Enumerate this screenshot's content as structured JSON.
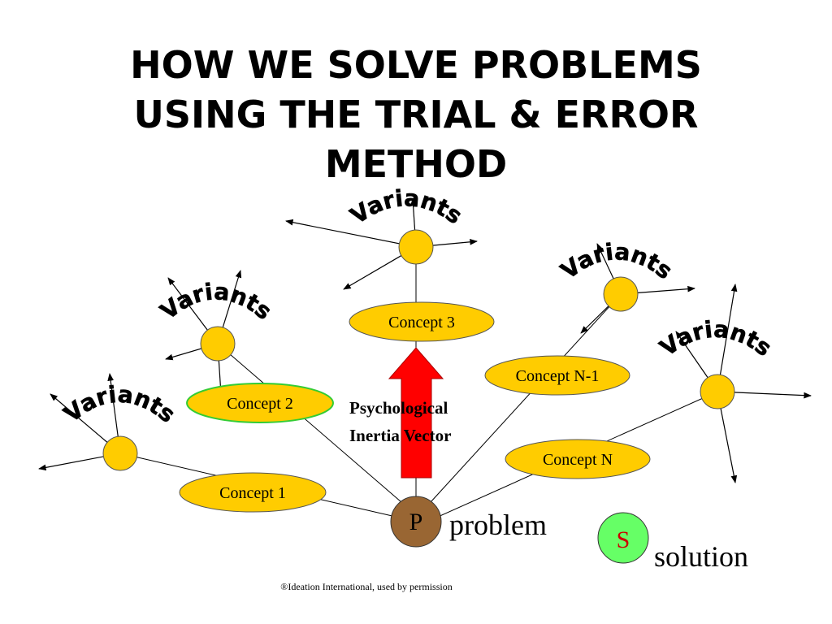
{
  "title": {
    "line1": "HOW WE SOLVE PROBLEMS",
    "line2": "USING THE TRIAL & ERROR",
    "line3": "METHOD"
  },
  "concepts": {
    "c1": "Concept 1",
    "c2": "Concept 2",
    "c3": "Concept 3",
    "cn1": "Concept N-1",
    "cn": "Concept N"
  },
  "variants_label": "Variants",
  "vector": {
    "line1": "Psychological",
    "line2": "Inertia Vector"
  },
  "problem": {
    "letter": "P",
    "label": "problem"
  },
  "solution": {
    "letter": "S",
    "label": "solution"
  },
  "copyright": "®Ideation International, used by permission",
  "colors": {
    "concept_fill": "#ffcc00",
    "node_fill": "#ffcc00",
    "problem_fill": "#996633",
    "solution_fill": "#66ff66",
    "solution_letter": "#cc0000",
    "vector_arrow": "#ff0000",
    "concept2_outline": "#33cc33"
  }
}
